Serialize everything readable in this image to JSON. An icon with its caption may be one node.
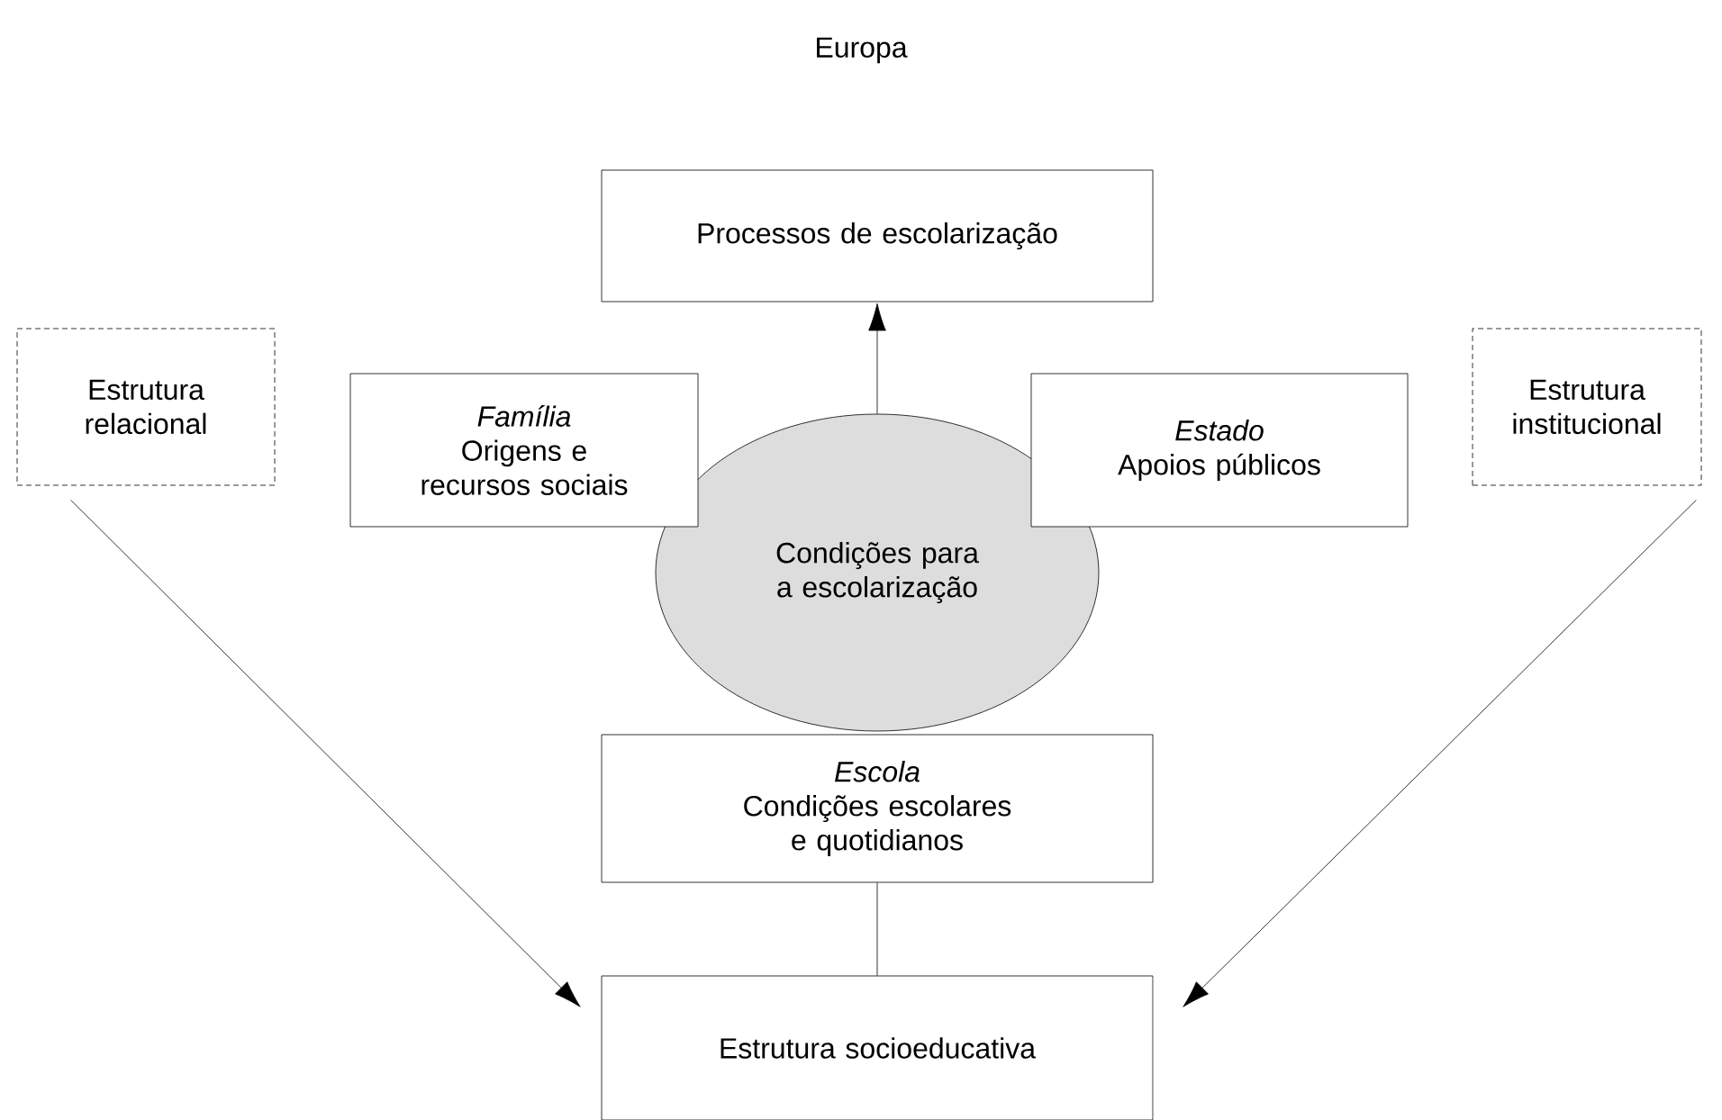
{
  "diagram": {
    "title": "Europa",
    "nodes": [
      {
        "text": [
          "Processos de escolarização"
        ]
      },
      {
        "text": [
          "Estrutura relacional"
        ]
      },
      {
        "text": [
          "Família",
          "Origens e recursos sociais"
        ]
      },
      {
        "text": [
          "Condições para a escolarização"
        ]
      },
      {
        "text": [
          "Estado",
          "Apoios públicos"
        ]
      },
      {
        "text": [
          "Estrutura institucional"
        ]
      },
      {
        "text": [
          "Escola",
          "Condições escolares e quotidianos"
        ]
      },
      {
        "text": [
          "Estrutura socioeducativa"
        ]
      }
    ],
    "edges": [
      {
        "from": 3,
        "to": 0,
        "arrow": "to"
      },
      {
        "from": 1,
        "to": 7,
        "arrow": "to"
      },
      {
        "from": 5,
        "to": 7,
        "arrow": "to"
      },
      {
        "from": 6,
        "to": 7,
        "arrow": "none"
      }
    ]
  }
}
